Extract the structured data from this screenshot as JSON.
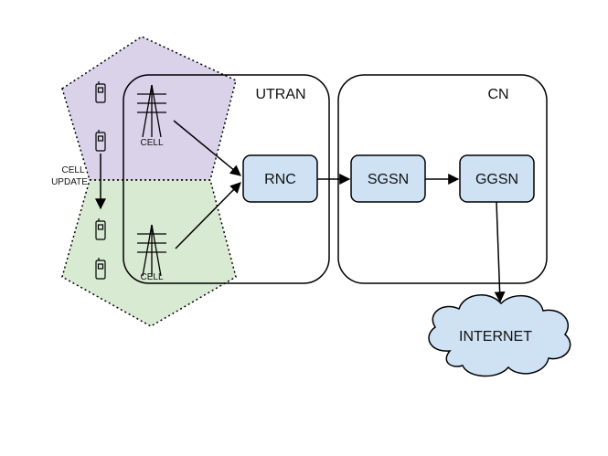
{
  "regions": {
    "utran_label": "UTRAN",
    "cn_label": "CN"
  },
  "cells": {
    "top_label": "CELL",
    "bottom_label": "CELL"
  },
  "nodes": {
    "rnc": "RNC",
    "sgsn": "SGSN",
    "ggsn": "GGSN",
    "internet": "INTERNET"
  },
  "annotation": {
    "line1": "CELL",
    "line2": "UPDATE"
  },
  "colors": {
    "top_cell_fill": "#d9d2e9",
    "bottom_cell_fill": "#d9ead3",
    "node_fill": "#cfe2f3",
    "cloud_fill": "#cfe2f3",
    "stroke": "#000000"
  }
}
